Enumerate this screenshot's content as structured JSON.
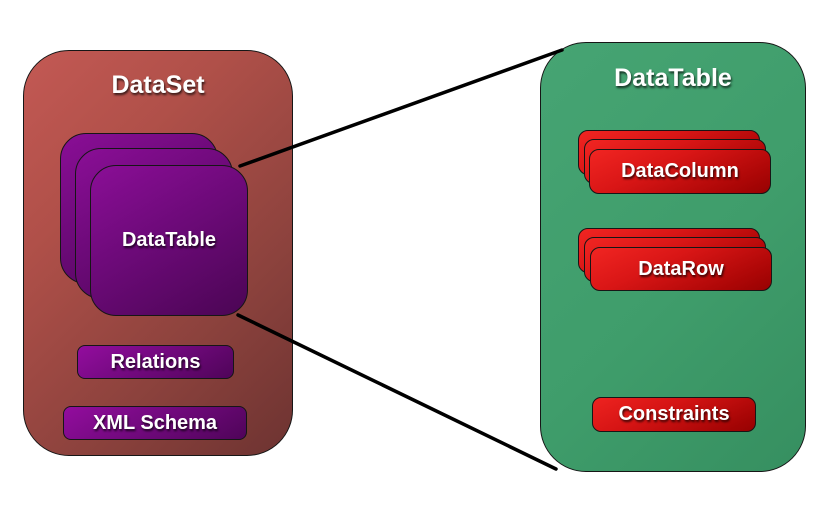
{
  "diagram": {
    "left_panel": {
      "title": "DataSet",
      "stack": {
        "label": "DataTable",
        "card_count": 3
      },
      "buttons": [
        {
          "label": "Relations"
        },
        {
          "label": "XML Schema"
        }
      ]
    },
    "right_panel": {
      "title": "DataTable",
      "stacks": [
        {
          "label": "DataColumn",
          "card_count": 3
        },
        {
          "label": "DataRow",
          "card_count": 3
        }
      ],
      "buttons": [
        {
          "label": "Constraints"
        }
      ]
    },
    "colors": {
      "left_panel_fill": "#a84b46",
      "purple_card_fill": "#6d0a79",
      "right_panel_fill": "#3f9d6b",
      "red_card_fill": "#c00c0c",
      "connector_line": "#000000",
      "label_text": "#ffffff"
    }
  }
}
